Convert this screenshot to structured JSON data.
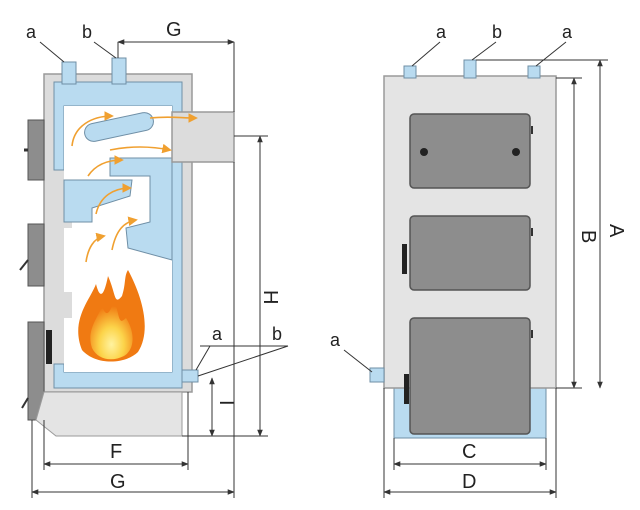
{
  "labels": {
    "a": "a",
    "b": "b",
    "A": "A",
    "B": "B",
    "C": "C",
    "D": "D",
    "F": "F",
    "G": "G",
    "H": "H",
    "I": "I"
  },
  "colors": {
    "water": "#b9dbf0",
    "casing": "#dcdcdc",
    "casing_edge": "#9a9a9a",
    "door": "#8d8d8d",
    "door_edge": "#555555",
    "panel": "#e4e4e4",
    "flow_arrow": "#f0a030",
    "fire_outer": "#f28b1a",
    "fire_inner": "#fcd44a"
  },
  "icons": {
    "fire": "flame-icon",
    "flow": "heat-flow-arrow-icon"
  }
}
